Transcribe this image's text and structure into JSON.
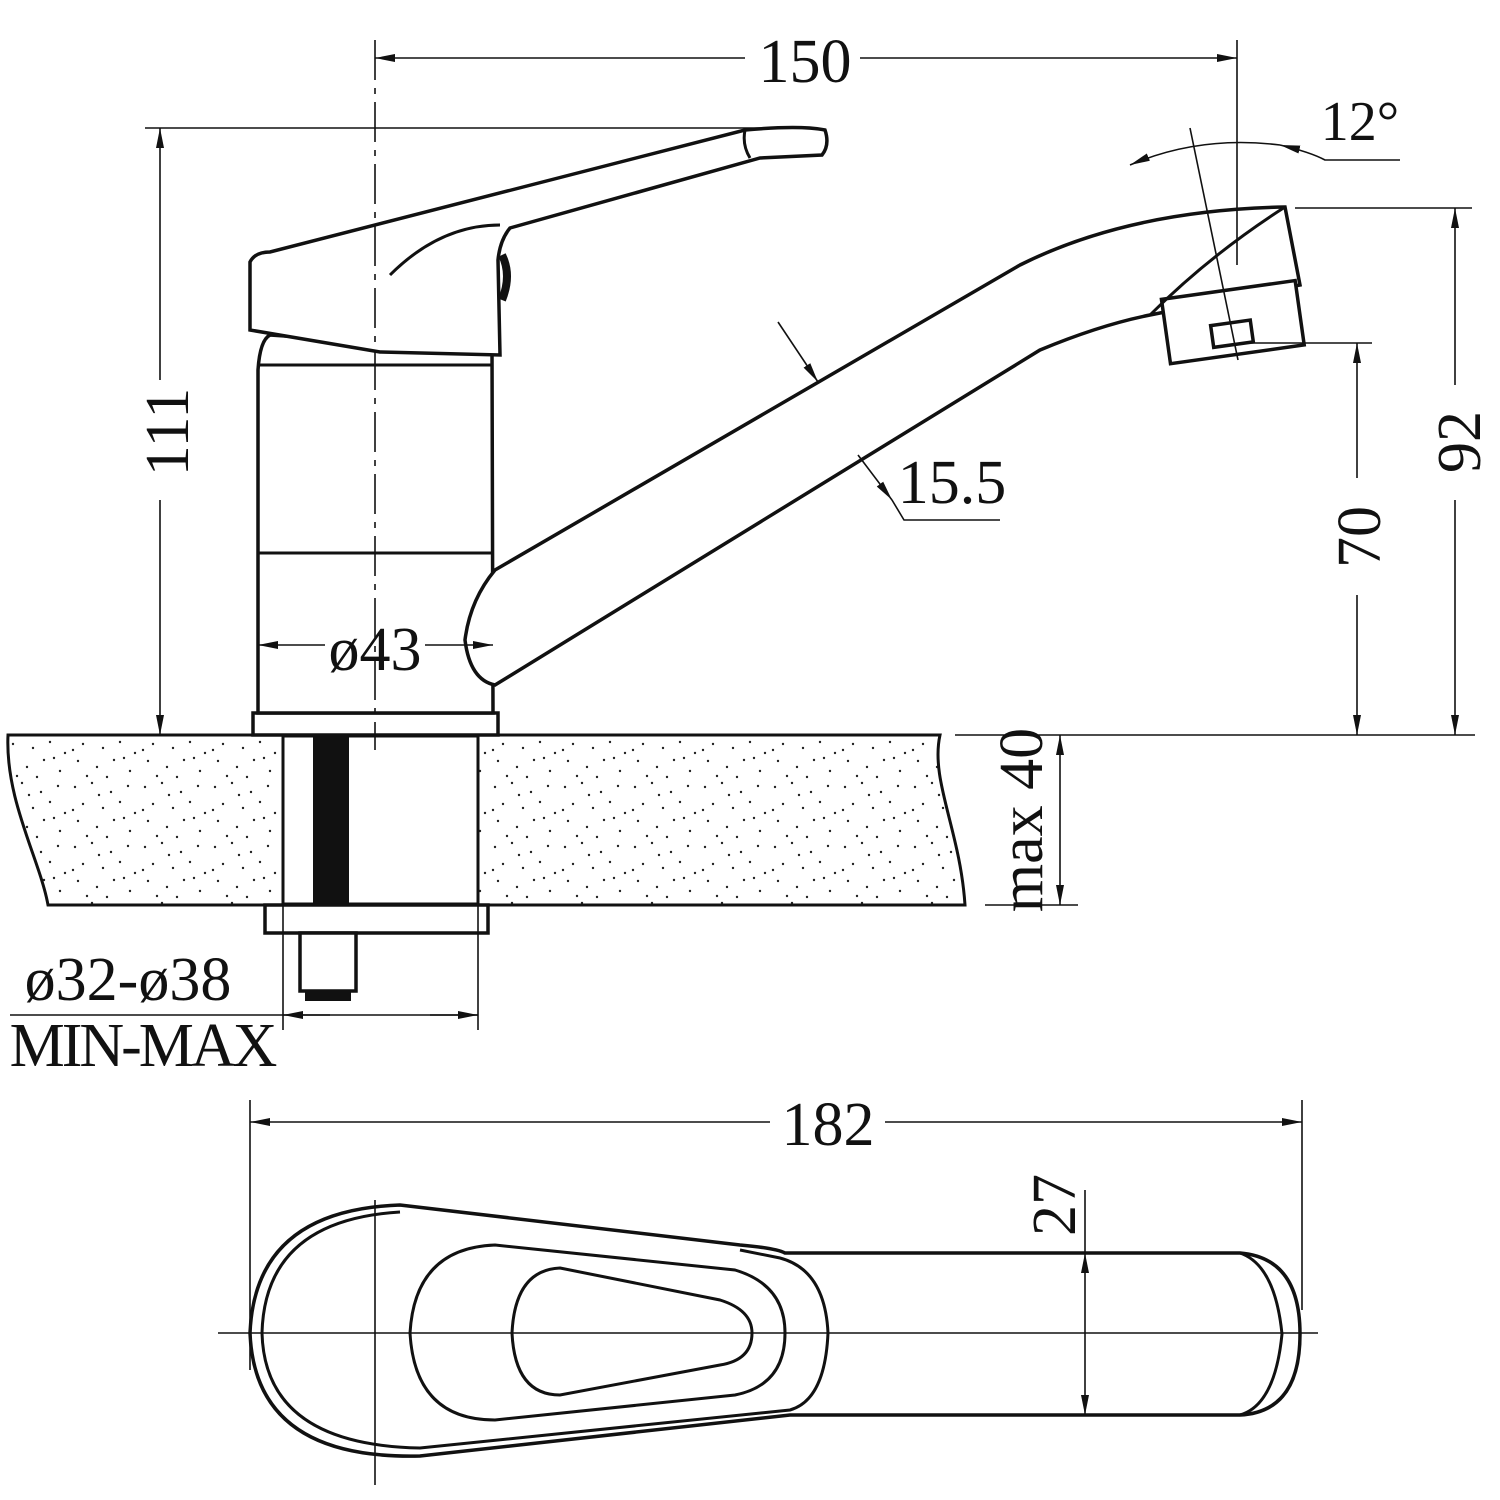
{
  "drawing": {
    "accent_color": "#111111",
    "side_view": {
      "spout_reach": "150",
      "spout_angle": "12°",
      "total_height": "111",
      "spout_diameter": "15.5",
      "spout_height": "92",
      "outlet_height": "70",
      "body_diameter": "ø43",
      "max_countertop": "max 40",
      "hole_diameter": "ø32-ø38",
      "hole_range_label": "MIN-MAX"
    },
    "top_view": {
      "total_length": "182",
      "spout_width": "27"
    }
  }
}
